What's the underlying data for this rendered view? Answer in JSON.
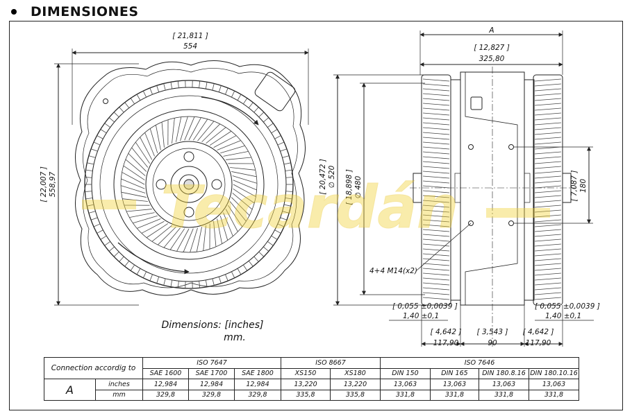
{
  "heading": {
    "title": "DIMENSIONES"
  },
  "watermark": {
    "text": "Tecardán"
  },
  "front_view": {
    "width_in": "[ 21,811 ]",
    "width_mm": "554",
    "height_in": "[ 22,007 ]",
    "height_mm": "558,97",
    "caption_line1": "Dimensions: [inches]",
    "caption_line2": "mm."
  },
  "side_view": {
    "label_a": "A",
    "width_in": "[ 12,827 ]",
    "width_mm": "325,80",
    "dia_in": "[ 20,472 ]",
    "dia_mm": "∅ 520",
    "dia2_in": "[ 18,898 ]",
    "dia2_mm": "∅ 480",
    "bolt_in": "[ 7,087 ]",
    "bolt_mm": "180",
    "screws": "4+4  M14(x2)",
    "gap_left_in": "[ 0,055 ±0,0039 ]",
    "gap_left_mm": "1,40 ±0,1",
    "gap_right_in": "[ 0,055 ±0,0039 ]",
    "gap_right_mm": "1,40 ±0,1",
    "flange_left_in": "[ 4,642 ]",
    "flange_left_mm": "117,90",
    "center_in": "[ 3,543 ]",
    "center_mm": "90",
    "flange_right_in": "[ 4,642 ]",
    "flange_right_mm": "117,90"
  },
  "table": {
    "connection_label": "Connection accordig to",
    "row_label": "A",
    "unit_inches": "inches",
    "unit_mm": "mm",
    "groups": [
      {
        "name": "ISO 7647",
        "cols": [
          "SAE 1600",
          "SAE 1700",
          "SAE 1800"
        ]
      },
      {
        "name": "ISO 8667",
        "cols": [
          "XS150",
          "XS180"
        ]
      },
      {
        "name": "ISO 7646",
        "cols": [
          "DIN 150",
          "DIN 165",
          "DIN 180.8.16",
          "DIN 180.10.16"
        ]
      }
    ],
    "inches": [
      "12,984",
      "12,984",
      "12,984",
      "13,220",
      "13,220",
      "13,063",
      "13,063",
      "13,063",
      "13,063"
    ],
    "mm": [
      "329,8",
      "329,8",
      "329,8",
      "335,8",
      "335,8",
      "331,8",
      "331,8",
      "331,8",
      "331,8"
    ]
  }
}
